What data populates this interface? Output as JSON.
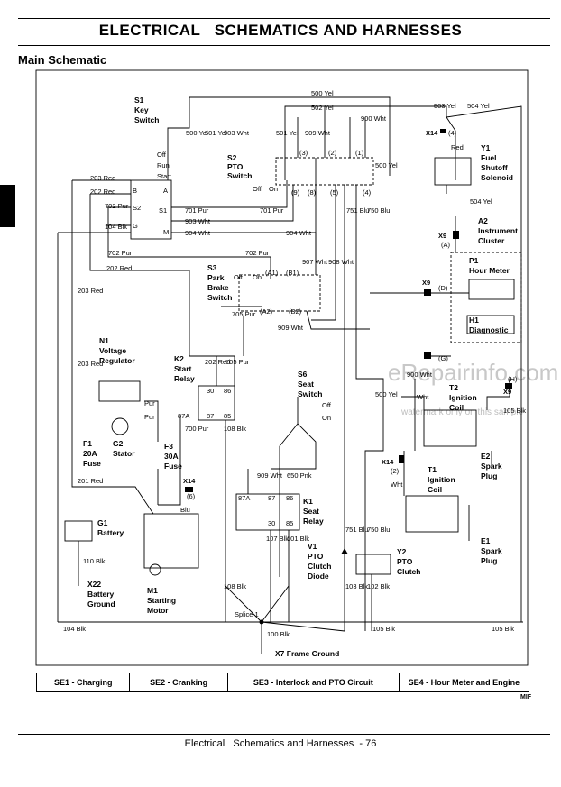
{
  "page": {
    "title": "ELECTRICAL   SCHEMATICS AND HARNESSES",
    "subtitle": "Main Schematic",
    "footer": "Electrical   Schematics and Harnesses  - 76",
    "mif": "MIF",
    "watermark": "eRepairinfo.com",
    "watermark_note": "watermark only on this sample"
  },
  "legend": [
    "SE1 - Charging",
    "SE2 - Cranking",
    "SE3 - Interlock and PTO Circuit",
    "SE4 - Hour Meter and Engine"
  ],
  "components": {
    "s1": [
      "S1",
      "Key",
      "Switch"
    ],
    "s1_positions": [
      "Off",
      "Run",
      "Start"
    ],
    "s2": [
      "S2",
      "PTO",
      "Switch"
    ],
    "s2_positions": [
      "Off",
      "On"
    ],
    "s3": [
      "S3",
      "Park",
      "Brake",
      "Switch"
    ],
    "s3_positions": [
      "Off",
      "On"
    ],
    "s6": [
      "S6",
      "Seat",
      "Switch"
    ],
    "s6_positions": [
      "Off",
      "On"
    ],
    "y1": [
      "Y1",
      "Fuel",
      "Shutoff",
      "Solenoid"
    ],
    "a2": [
      "A2",
      "Instrument",
      "Cluster"
    ],
    "p1": [
      "P1",
      "Hour Meter"
    ],
    "h1": [
      "H1",
      "Diagnostic"
    ],
    "n1": [
      "N1",
      "Voltage",
      "Regulator"
    ],
    "k2": [
      "K2",
      "Start",
      "Relay"
    ],
    "k1": [
      "K1",
      "Seat",
      "Relay"
    ],
    "g2": [
      "G2",
      "Stator"
    ],
    "f1": [
      "F1",
      "20A",
      "Fuse"
    ],
    "f3": [
      "F3",
      "30A",
      "Fuse"
    ],
    "g1": [
      "G1",
      "Battery"
    ],
    "x22": [
      "X22",
      "Battery",
      "Ground"
    ],
    "m1": [
      "M1",
      "Starting",
      "Motor"
    ],
    "v1": [
      "V1",
      "PTO",
      "Clutch",
      "Diode"
    ],
    "y2": [
      "Y2",
      "PTO",
      "Clutch"
    ],
    "t2": [
      "T2",
      "Ignition",
      "Coil"
    ],
    "t1": [
      "T1",
      "Ignition",
      "Coil"
    ],
    "e2": [
      "E2",
      "Spark",
      "Plug"
    ],
    "e1": [
      "E1",
      "Spark",
      "Plug"
    ],
    "x7": "X7 Frame Ground",
    "splice": "Splice 1"
  },
  "connectors": {
    "x14_top": "X14",
    "x9_top": "X9",
    "x9_mid": "X9",
    "x9_right": "X9",
    "x14_k2": "X14",
    "x14_t1": "X14",
    "pin_4": "(4)",
    "pin_a": "(A)",
    "pin_d": "(D)",
    "pin_g": "(G)",
    "pin_h": "(H)",
    "pin_6": "(6)",
    "pin_2": "(2)",
    "s2_pins_top": [
      "(3)",
      "(2)",
      "(1)"
    ],
    "s2_pins_bot": [
      "(9)",
      "(8)",
      "(5)",
      "(4)"
    ],
    "s3_pins": [
      "(A1)",
      "(B1)",
      "(A2)",
      "(B2)"
    ],
    "s1_terms": [
      "B",
      "A",
      "S2",
      "S1",
      "G",
      "M"
    ],
    "k2_terms": [
      "30",
      "86",
      "87A",
      "87",
      "85"
    ],
    "k1_terms": [
      "87A",
      "87",
      "86",
      "30",
      "85"
    ]
  },
  "wires": [
    "500 Yel",
    "502 Yel",
    "503 Yel",
    "504 Yel",
    "500 Yel",
    "501 Yel",
    "903 Wht",
    "501 Yel",
    "909 Wht",
    "900 Wht",
    "500 Yel",
    "203 Red",
    "202 Red",
    "702 Pur",
    "104 Blk",
    "701 Pur",
    "903 Wht",
    "904 Wht",
    "701 Pur",
    "904 Wht",
    "751 Blu",
    "750 Blu",
    "504 Yel",
    "702 Pur",
    "702 Pur",
    "202 Red",
    "907 Wht",
    "908 Wht",
    "705 Pur",
    "909 Wht",
    "203 Red",
    "203 Red",
    "202 Red",
    "705 Pur",
    "Pur",
    "Pur",
    "700 Pur",
    "108 Blk",
    "900 Wht",
    "Wht",
    "500 Yel",
    "105 Blk",
    "201 Red",
    "Blu",
    "909 Wht",
    "650 Pnk",
    "Wht",
    "110 Blk",
    "107 Blk",
    "101 Blk",
    "751 Blu",
    "750 Blu",
    "108 Blk",
    "103 Blk",
    "102 Blk",
    "104 Blk",
    "105 Blk",
    "105 Blk",
    "100 Blk",
    "Red"
  ]
}
